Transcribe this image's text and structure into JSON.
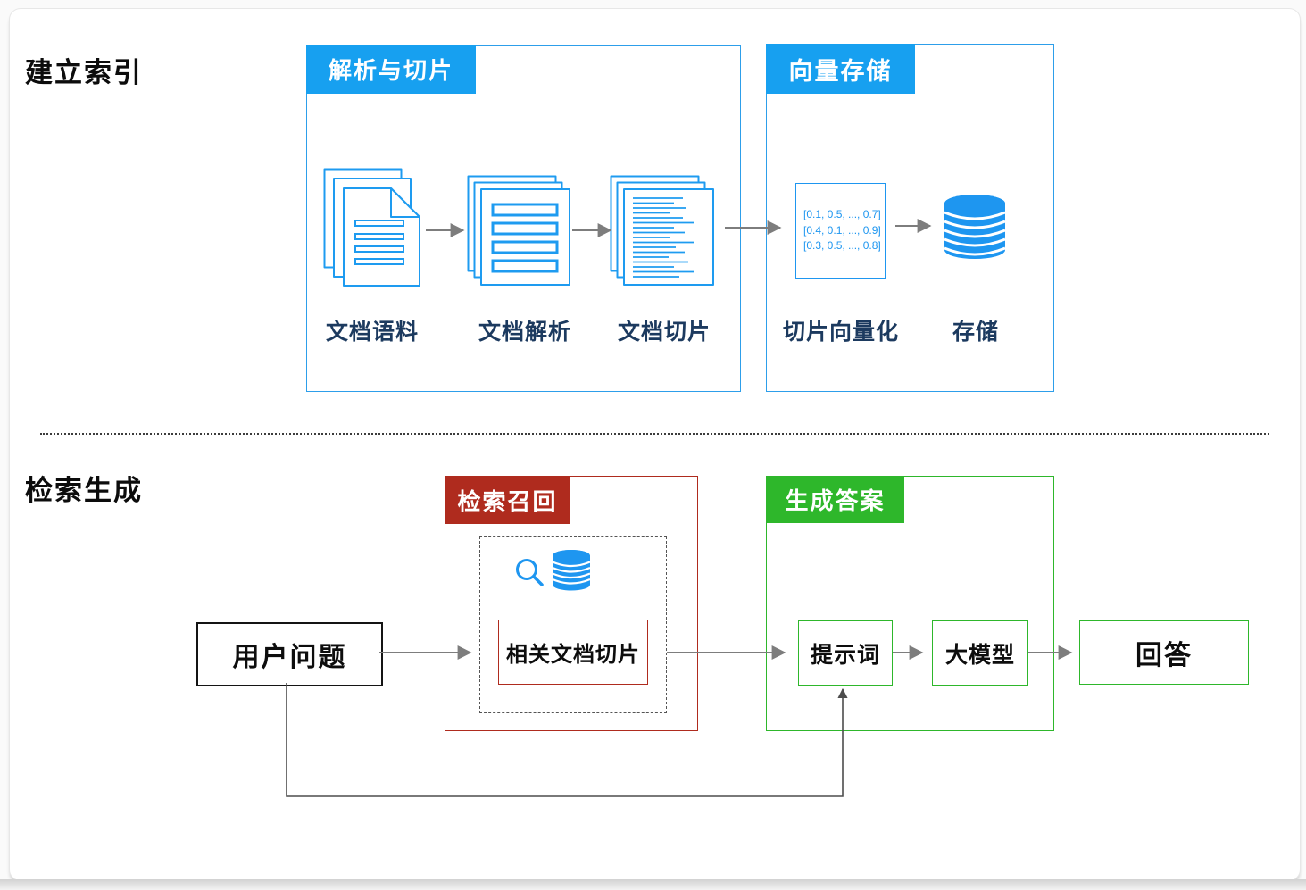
{
  "titles": {
    "index_section": "建立索引",
    "retrieval_section": "检索生成"
  },
  "index_flow": {
    "parse_box": {
      "header": "解析与切片",
      "corpus_label": "文档语料",
      "parse_label": "文档解析",
      "chunk_label": "文档切片"
    },
    "vector_box": {
      "header": "向量存储",
      "vector_rows": [
        "[0.1, 0.5, ..., 0.7]",
        "[0.4, 0.1, ..., 0.9]",
        "[0.3, 0.5, ..., 0.8]"
      ],
      "vectorize_label": "切片向量化",
      "store_label": "存储"
    }
  },
  "retrieval_flow": {
    "user_question_label": "用户问题",
    "recall_box": {
      "header": "检索召回",
      "chunks_label": "相关文档切片"
    },
    "generate_box": {
      "header": "生成答案",
      "prompt_label": "提示词",
      "model_label": "大模型"
    },
    "answer_label": "回答"
  },
  "icons": {
    "corpus": "doc-stack-icon",
    "parse": "doc-bars-icon",
    "chunk": "doc-chunk-lines-icon",
    "store": "database-icon",
    "search": "search-icon",
    "recall_store": "database-icon"
  },
  "colors": {
    "header_blue": "#17a0f0",
    "icon_blue": "#1e96f0",
    "label_navy": "#1c3a5f",
    "header_red": "#af2b1e",
    "header_green": "#2eb72b",
    "arrow_gray": "#7d7d7d",
    "feedback_gray": "#4d4d4d"
  }
}
